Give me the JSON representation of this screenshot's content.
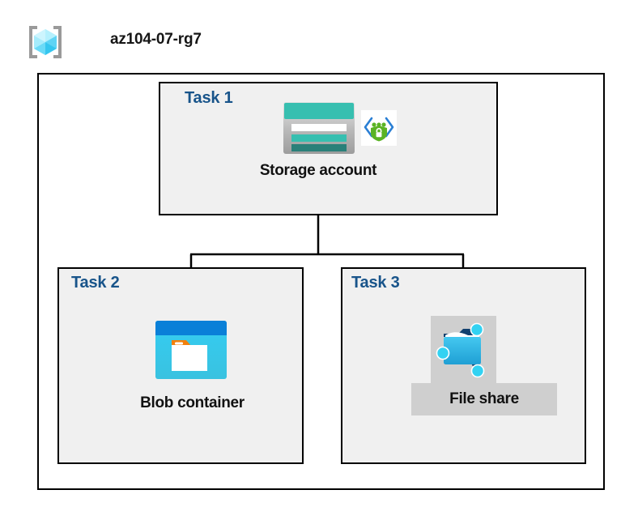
{
  "diagram": {
    "resource_group": {
      "name": "az104-07-rg7",
      "icon": "resource-group-cube-icon"
    },
    "tasks": [
      {
        "id": "task1",
        "label": "Task 1",
        "node_label": "Storage account",
        "icons": [
          "storage-account-icon",
          "private-link-secure-icon"
        ],
        "highlighted": false
      },
      {
        "id": "task2",
        "label": "Task 2",
        "node_label": "Blob container",
        "icons": [
          "blob-container-icon"
        ],
        "highlighted": false
      },
      {
        "id": "task3",
        "label": "Task 3",
        "node_label": "File share",
        "icons": [
          "file-share-icon"
        ],
        "highlighted": true
      }
    ],
    "colors": {
      "task_label": "#18548a",
      "node_label": "#111111",
      "box_fill": "#f0f0f0",
      "box_border": "#000000",
      "container_fill": "#ffffff",
      "connector": "#000000",
      "highlight": "#cfcfcf",
      "storage_teal": "#37bfb0",
      "storage_teal_dark": "#2a8c83",
      "blob_blue": "#0078d4",
      "blob_cyan": "#32c8f0",
      "blob_orange": "#f2800c",
      "fileshare_blue": "#32b5e5",
      "node_cyan": "#32d2f2",
      "shield_green": "#5ab324",
      "bracket_gray": "#9a9a9a",
      "cube_cyan": "#8fe3fa"
    }
  }
}
